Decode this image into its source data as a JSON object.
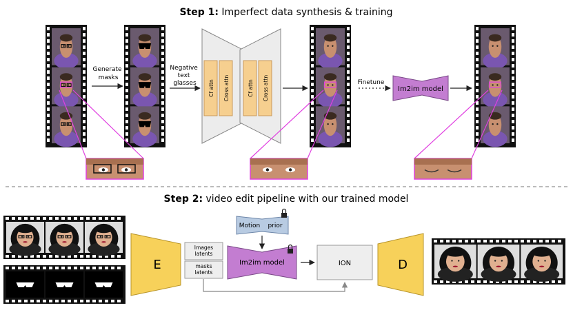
{
  "step1": {
    "title_bold": "Step 1:",
    "title_rest": " Imperfect data synthesis & training",
    "generate_masks": [
      "Generate",
      "masks"
    ],
    "negative_text": [
      "Negative",
      "text",
      "glasses"
    ],
    "unet_blocks": [
      "Cf attn",
      "Cross attn",
      "Cf attn",
      "Cross attn"
    ],
    "finetune": "Finetune",
    "im2im_model": "Im2im model"
  },
  "step2": {
    "title_bold": "Step 2:",
    "title_rest": " video edit pipeline with our trained model",
    "encoder": "E",
    "decoder": "D",
    "images_latents": [
      "Images",
      "latents"
    ],
    "masks_latents": [
      "masks",
      "latents"
    ],
    "motion_prior": [
      "Motion",
      "prior"
    ],
    "im2im_model": "Im2im model",
    "ion": "ION"
  },
  "colors": {
    "magenta": "#e040e0",
    "purple_model": "#c37dd1",
    "unet_block": "#f6cf8f",
    "unet_body": "#ececec",
    "encoder_yellow": "#f7d15a",
    "motion_blue": "#b8cbe2",
    "film": "#111111",
    "face_bg": "#6a5a6e",
    "skin": "#c89070"
  }
}
